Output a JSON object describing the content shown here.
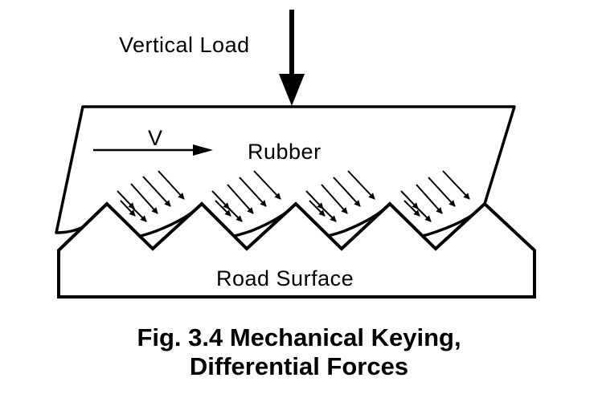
{
  "labels": {
    "vertical_load": "Vertical Load",
    "velocity": "V",
    "rubber": "Rubber",
    "road_surface": "Road Surface"
  },
  "caption": {
    "line1": "Fig. 3.4 Mechanical Keying,",
    "line2": "Differential Forces"
  },
  "colors": {
    "stroke": "#000000",
    "background": "#ffffff"
  }
}
